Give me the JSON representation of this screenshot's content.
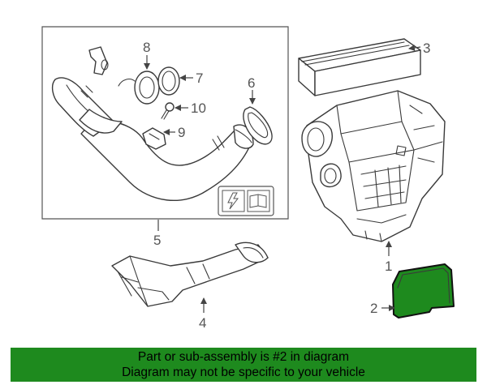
{
  "callouts": {
    "c1": "1",
    "c2": "2",
    "c3": "3",
    "c4": "4",
    "c5": "5",
    "c6": "6",
    "c7": "7",
    "c8": "8",
    "c9": "9",
    "c10": "10"
  },
  "highlight_color": "#1e8a1e",
  "banner": {
    "line1": "Part or sub-assembly is #2 in diagram",
    "line2": "Diagram may not be specific to your vehicle"
  }
}
